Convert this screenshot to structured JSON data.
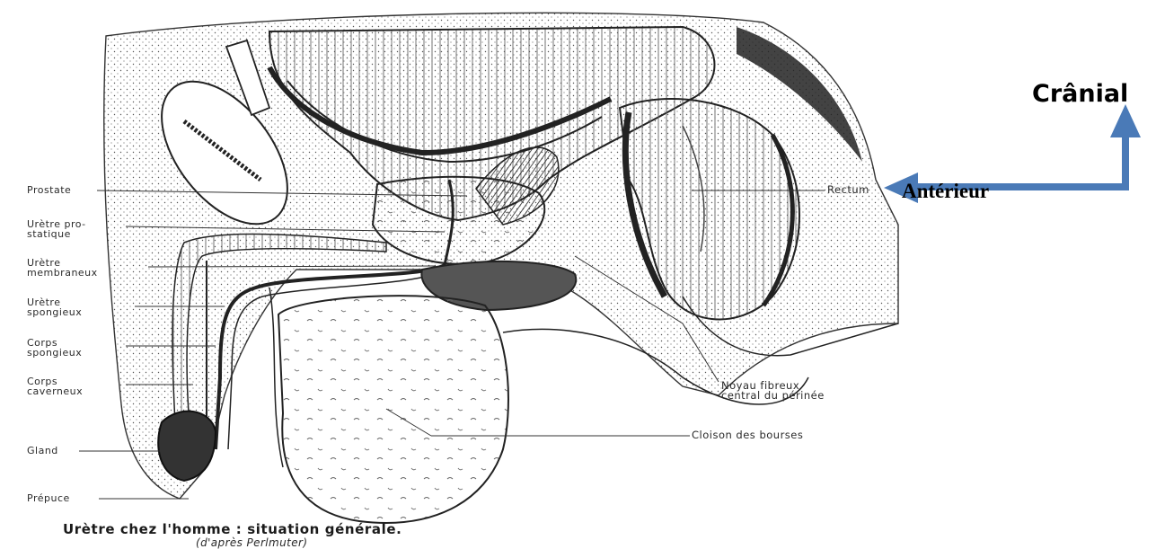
{
  "figure": {
    "caption": "Urètre chez l'homme : situation générale.",
    "source_note": "(d'après Perlmuter)"
  },
  "labels_left": {
    "prostate": "Prostate",
    "uretre_prostatique": "Urètre pro-\nstatique",
    "uretre_membraneux": "Urètre\nmembraneux",
    "uretre_spongieux": "Urètre\nspongieux",
    "corps_spongieux": "Corps\nspongieux",
    "corps_caverneux": "Corps\ncaverneux",
    "gland": "Gland",
    "prepuce": "Prépuce"
  },
  "labels_right": {
    "rectum": "Rectum",
    "noyau_fibreux": "Noyau fibreux\ncentral du périnée",
    "cloison_bourses": "Cloison des bourses"
  },
  "orientation": {
    "cranial": "Crânial",
    "anterior": "Antérieur",
    "arrow_color": "#4a7ab7"
  }
}
